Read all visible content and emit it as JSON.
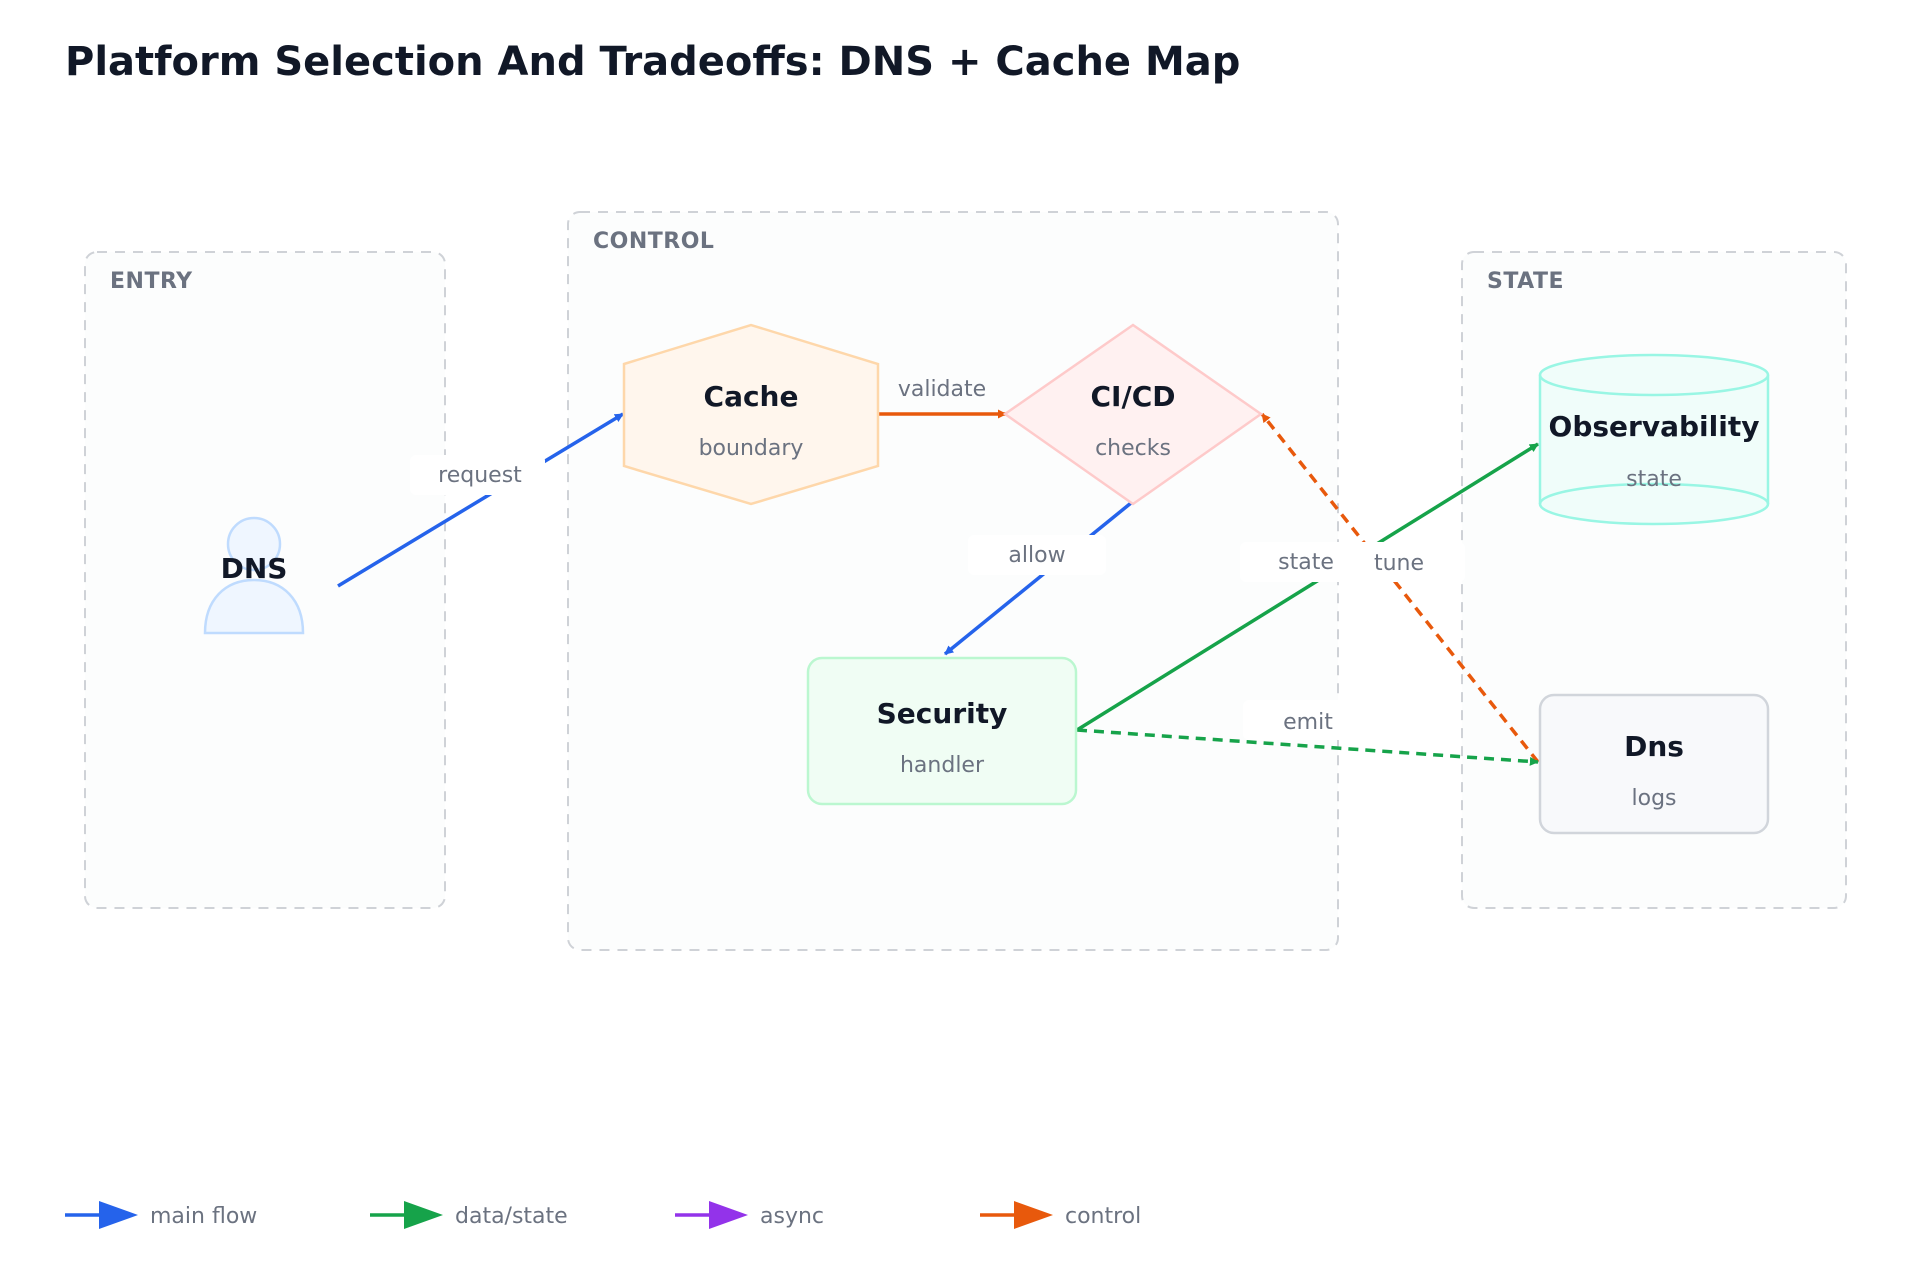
{
  "title": "Platform Selection And Tradeoffs: DNS + Cache Map",
  "colors": {
    "main": "#2563eb",
    "data": "#16a34a",
    "async": "#9333ea",
    "control": "#e8590c"
  },
  "groups": {
    "entry": "ENTRY",
    "control": "CONTROL",
    "state": "STATE"
  },
  "nodes": {
    "dns_actor": {
      "title": "DNS"
    },
    "cache": {
      "title": "Cache",
      "sub": "boundary"
    },
    "cicd": {
      "title": "CI/CD",
      "sub": "checks"
    },
    "security": {
      "title": "Security",
      "sub": "handler"
    },
    "observability": {
      "title": "Observability",
      "sub": "state"
    },
    "dns_logs": {
      "title": "Dns",
      "sub": "logs"
    }
  },
  "edges": {
    "request": "request",
    "validate": "validate",
    "allow": "allow",
    "state": "state",
    "tune": "tune",
    "emit": "emit"
  },
  "legend": {
    "main": "main flow",
    "data": "data/state",
    "async": "async",
    "control": "control"
  }
}
